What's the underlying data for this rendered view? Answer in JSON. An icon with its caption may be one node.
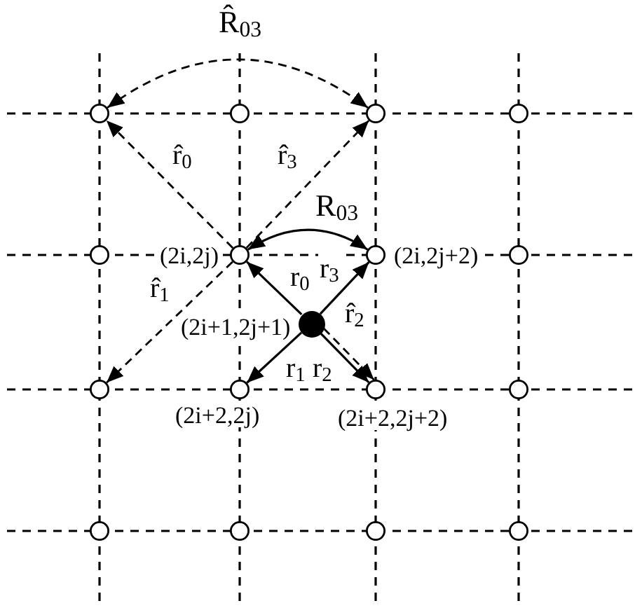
{
  "diagram": {
    "nodes": [
      {
        "text": [],
        "shape": "circle"
      },
      {
        "text": [],
        "shape": "circle"
      },
      {
        "text": [],
        "shape": "circle"
      },
      {
        "text": [],
        "shape": "circle"
      },
      {
        "text": [],
        "shape": "circle"
      },
      {
        "text": [],
        "shape": "circle",
        "beside": [
          "(2i,2j)"
        ]
      },
      {
        "text": [],
        "shape": "circle",
        "beside": [
          "(2i,2j+2)"
        ]
      },
      {
        "text": [],
        "shape": "circle"
      },
      {
        "text": [],
        "shape": "dot",
        "beside": [
          "(2i+1,2j+1)"
        ]
      },
      {
        "text": [],
        "shape": "circle"
      },
      {
        "text": [],
        "shape": "circle",
        "beside": [
          "(2i+2,2j)"
        ]
      },
      {
        "text": [],
        "shape": "circle",
        "beside": [
          "(2i+2,2j+2)"
        ]
      },
      {
        "text": [],
        "shape": "circle"
      },
      {
        "text": [],
        "shape": "circle"
      },
      {
        "text": [],
        "shape": "circle"
      },
      {
        "text": [],
        "shape": "circle"
      },
      {
        "text": [],
        "shape": "circle"
      }
    ],
    "edges": [
      {
        "from": 0,
        "to": 2,
        "arrow": "both",
        "style": "dashed",
        "label": "R̂$_{03}$"
      },
      {
        "from": 5,
        "to": 0,
        "arrow": "to",
        "style": "dashed",
        "label": "r̂$_{0}$"
      },
      {
        "from": 5,
        "to": 2,
        "arrow": "to",
        "style": "dashed",
        "label": "r̂$_{3}$"
      },
      {
        "from": 5,
        "to": 6,
        "arrow": "both",
        "label": "R$_{03}$"
      },
      {
        "from": 8,
        "to": 5,
        "arrow": "to",
        "label": "r$_{0}$"
      },
      {
        "from": 8,
        "to": 6,
        "arrow": "to",
        "label": "r$_{3}$"
      },
      {
        "from": 5,
        "to": 9,
        "arrow": "to",
        "style": "dashed",
        "label": "r̂$_{1}$"
      },
      {
        "from": 8,
        "to": 11,
        "arrow": "to",
        "style": "dashed",
        "label": "r̂$_{2}$"
      },
      {
        "from": 8,
        "to": 10,
        "arrow": "to",
        "label": "r$_{1}$"
      },
      {
        "from": 8,
        "to": 11,
        "arrow": "to",
        "label": "r$_{2}$"
      }
    ]
  }
}
